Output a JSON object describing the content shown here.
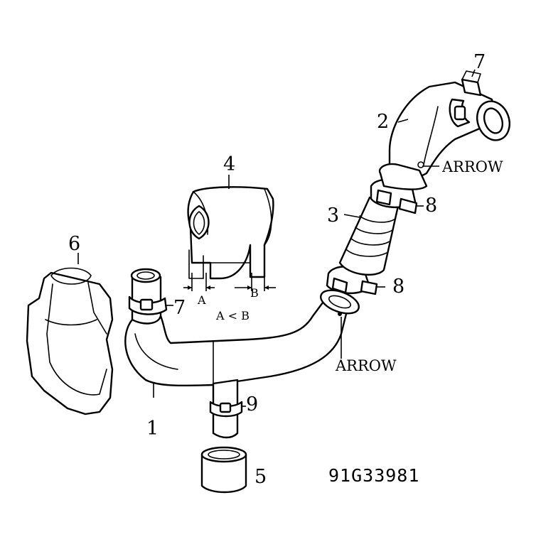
{
  "callouts": {
    "hose_lower": "1",
    "hose_upper": "2",
    "hose_middle": "3",
    "bracket": "4",
    "cap": "5",
    "cover": "6",
    "clamp_top": "7",
    "clamp_left": "7",
    "clamp_upper_mid": "8",
    "clamp_lower_mid": "8",
    "clamp_bottom": "9"
  },
  "arrow_top": "ARROW",
  "arrow_bottom": "ARROW",
  "dim_a": "A",
  "dim_b": "B",
  "dim_relation": "A < B",
  "figure_code": "91G33981"
}
